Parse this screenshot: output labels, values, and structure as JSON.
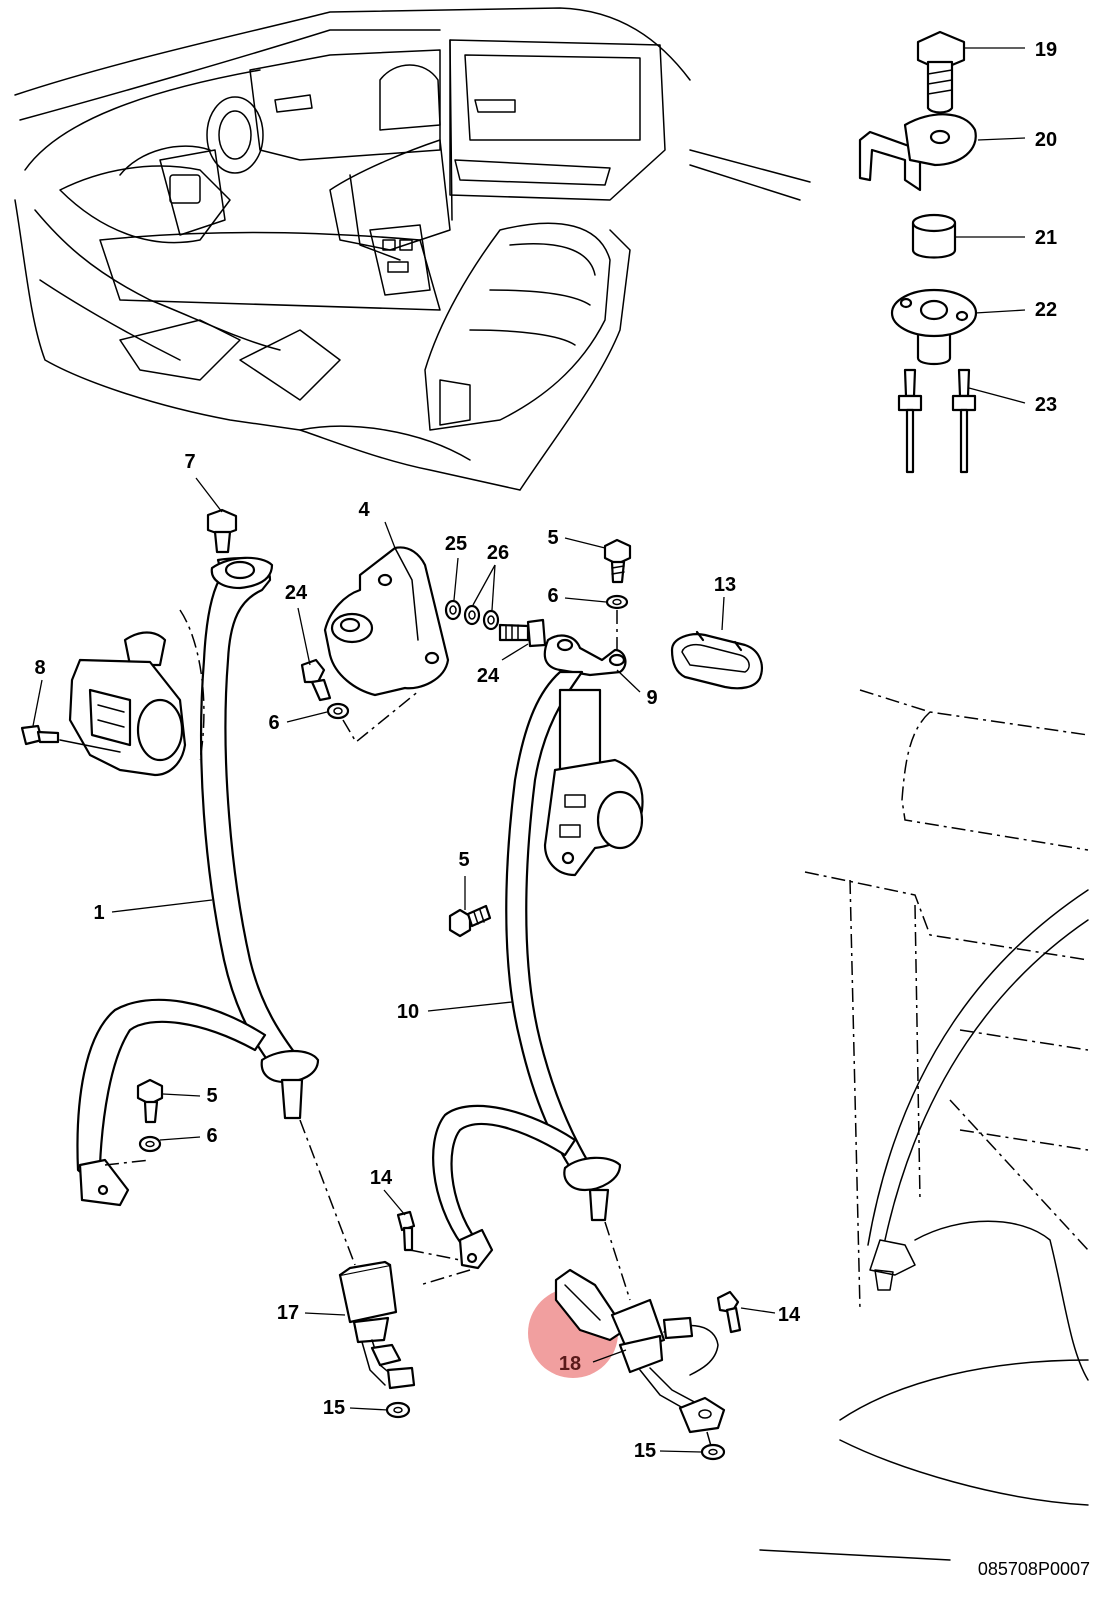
{
  "diagram": {
    "drawing_ref": "085708P0007",
    "highlighted_callout": "18",
    "highlight_color": "#e65050",
    "callouts": {
      "c1": "1",
      "c4": "4",
      "c5a": "5",
      "c5b": "5",
      "c5c": "5",
      "c6a": "6",
      "c6b": "6",
      "c6c": "6",
      "c7": "7",
      "c8": "8",
      "c9": "9",
      "c10": "10",
      "c13": "13",
      "c14a": "14",
      "c14b": "14",
      "c15a": "15",
      "c15b": "15",
      "c17": "17",
      "c18": "18",
      "c19": "19",
      "c20": "20",
      "c21": "21",
      "c22": "22",
      "c23": "23",
      "c24a": "24",
      "c24b": "24",
      "c25": "25",
      "c26": "26"
    }
  }
}
